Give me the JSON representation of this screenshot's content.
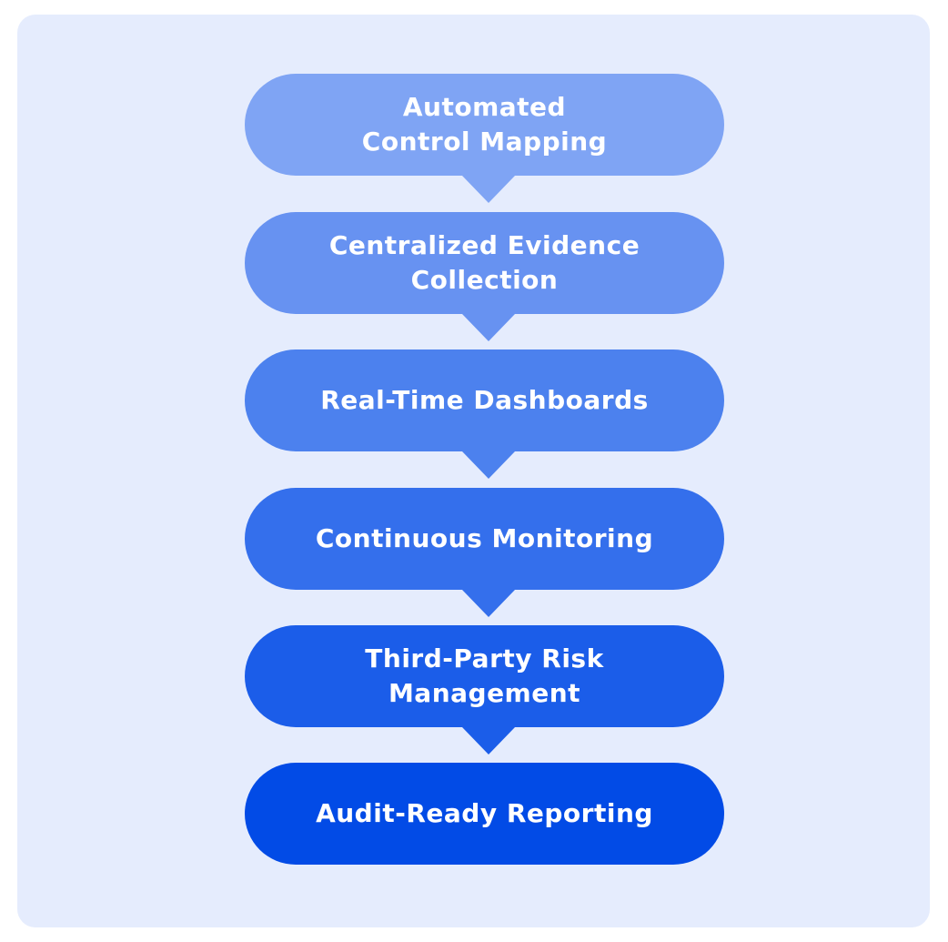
{
  "diagram": {
    "type": "vertical-flow",
    "background_color": "#e5ecfd",
    "text_color": "#ffffff",
    "steps": [
      {
        "label": "Automated\nControl Mapping",
        "color": "#7fa4f4"
      },
      {
        "label": "Centralized Evidence\nCollection",
        "color": "#6792f1"
      },
      {
        "label": "Real-Time Dashboards",
        "color": "#4c81ee"
      },
      {
        "label": "Continuous Monitoring",
        "color": "#346fec"
      },
      {
        "label": "Third-Party Risk\nManagement",
        "color": "#1b5de9"
      },
      {
        "label": "Audit-Ready Reporting",
        "color": "#024be6"
      }
    ]
  }
}
